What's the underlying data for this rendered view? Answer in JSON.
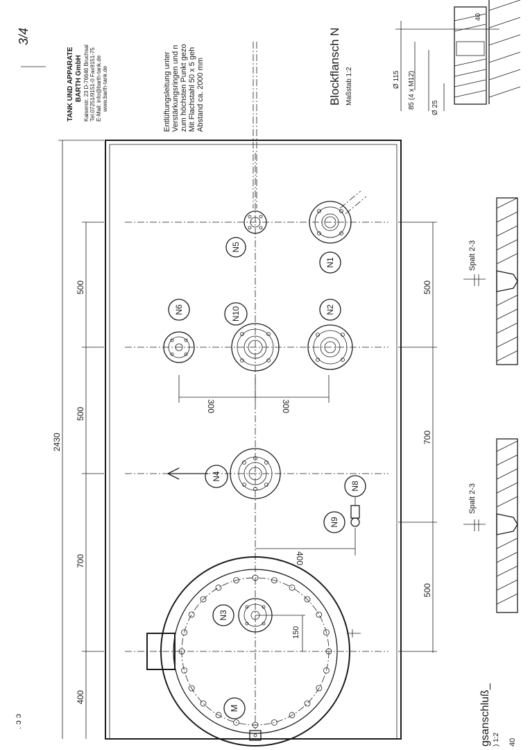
{
  "sheet": {
    "page_mark": "3/4",
    "corner_mark": ". ͻ ͻ"
  },
  "company": {
    "name": "TANK UND APPARATE",
    "name2": "BARTH GmbH",
    "address": "Kaiserstr. 23  D-76646 Bruchsal",
    "phone": "Tel.07251/9151-0 Fax9151-75",
    "email": "E-Mail: info@barth-tank.de",
    "web": "www.barth-tank.de"
  },
  "note": {
    "line1": "Entlüftungsleitung unter",
    "line2": "Verstärkungsringen und n",
    "line3": "zum höchsten Punkt gezo",
    "line4": "Mit Flachstahl 50 x 5 geh",
    "line5": "Abstand ca. 2000 mm"
  },
  "block_flange": {
    "title": "Blockflansch N",
    "scale": "Maßstab 1:2",
    "dim1": "Ø 115",
    "dim2": "85 (4 x M12)",
    "dim3": "Ø 25",
    "dim4": "40"
  },
  "weld_details": {
    "gap1": "Spalt 2-3",
    "gap2": "Spalt 2-3"
  },
  "bottom_title": {
    "line1": "gsanschluß_",
    "line2": ") 1:2",
    "line3": "40"
  },
  "nozzles": {
    "N1": "N1",
    "N2": "N2",
    "N3": "N3",
    "N4": "N4",
    "N5": "N5",
    "N6": "N6",
    "N8": "N8",
    "N9": "N9",
    "N10": "N10",
    "M": "M"
  },
  "dimensions": {
    "overall": "2430",
    "left_500_a": "500",
    "left_500_b": "500",
    "left_700": "700",
    "left_400": "400",
    "right_500_a": "500",
    "right_700": "700",
    "right_500_b": "500",
    "d_300_a": "300",
    "d_300_b": "300",
    "d_400": "400",
    "d_150": "150"
  }
}
